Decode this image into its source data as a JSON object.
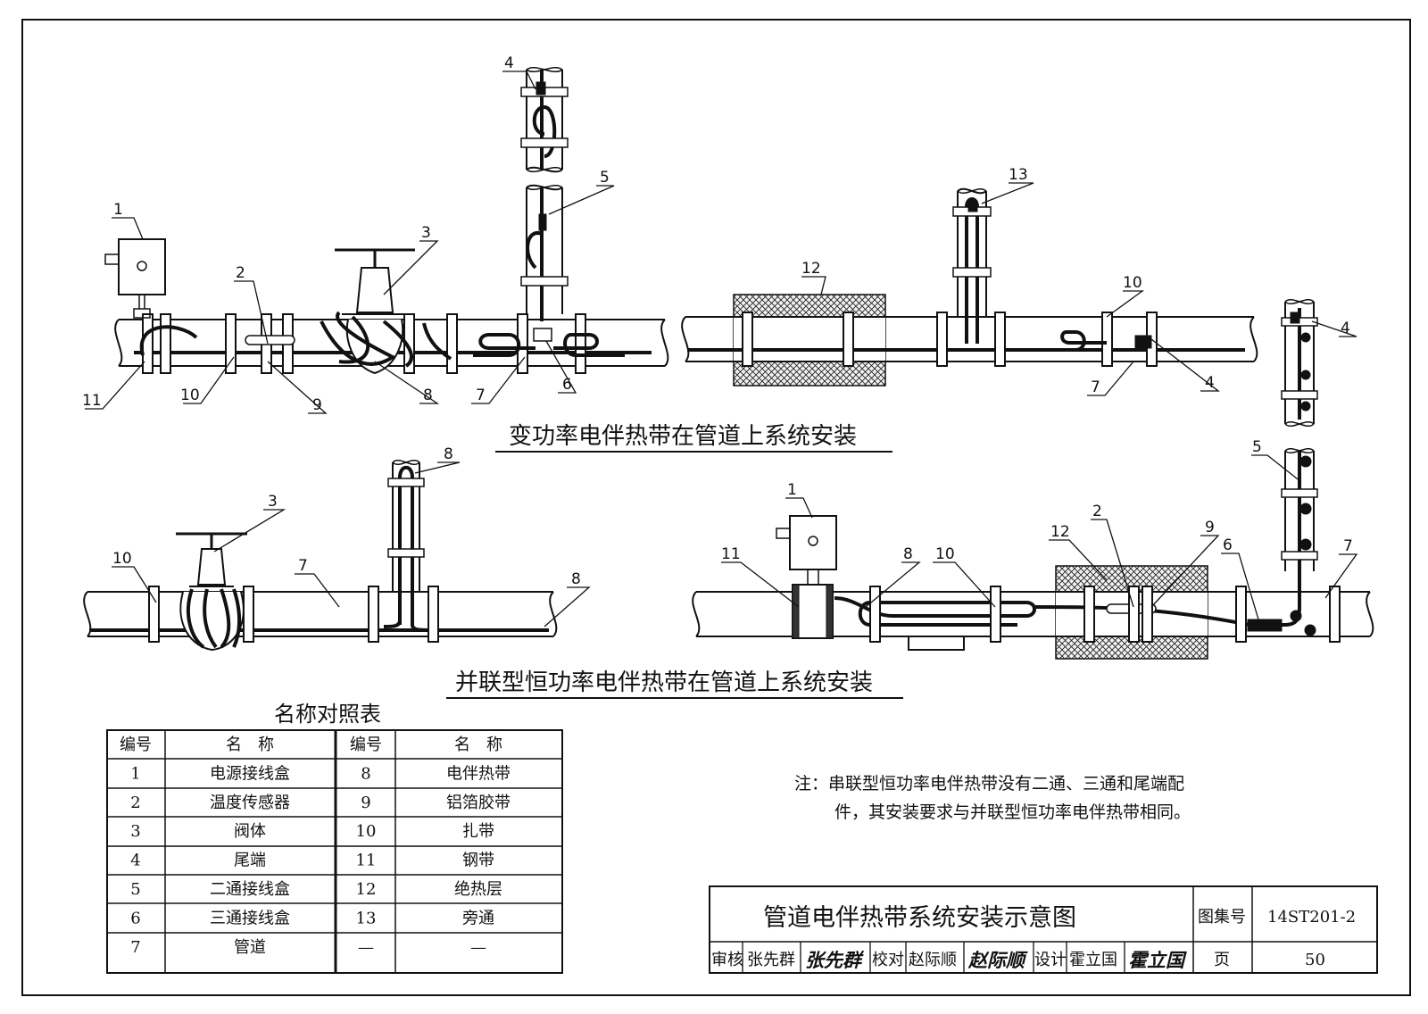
{
  "diagram_titles": {
    "top": "变功率电伴热带在管道上系统安装",
    "bottom": "并联型恒功率电伴热带在管道上系统安装"
  },
  "callouts": {
    "a1": "1",
    "a2": "2",
    "a3": "3",
    "a4": "4",
    "a5": "5",
    "a6": "6",
    "a7": "7",
    "a8": "8",
    "a9": "9",
    "a10": "10",
    "a11": "11",
    "b12": "12",
    "b13": "13",
    "b10": "10",
    "b4": "4",
    "b7": "7",
    "c4": "4",
    "c5": "5",
    "c7": "7",
    "d10": "10",
    "d3": "3",
    "d7": "7",
    "d8a": "8",
    "d8b": "8",
    "e1": "1",
    "e11": "11",
    "e8": "8",
    "e10": "10",
    "e12": "12",
    "e2": "2",
    "e9": "9",
    "e6": "6"
  },
  "legend_table": {
    "title": "名称对照表",
    "headers": [
      "编号",
      "名　称",
      "编号",
      "名　称"
    ],
    "rows": [
      [
        "1",
        "电源接线盒",
        "8",
        "电伴热带"
      ],
      [
        "2",
        "温度传感器",
        "9",
        "铝箔胶带"
      ],
      [
        "3",
        "阀体",
        "10",
        "扎带"
      ],
      [
        "4",
        "尾端",
        "11",
        "钢带"
      ],
      [
        "5",
        "二通接线盒",
        "12",
        "绝热层"
      ],
      [
        "6",
        "三通接线盒",
        "13",
        "旁通"
      ],
      [
        "7",
        "管道",
        "—",
        "—"
      ]
    ]
  },
  "note": {
    "line1": "注：串联型恒功率电伴热带没有二通、三通和尾端配",
    "line2": "件，其安装要求与并联型恒功率电伴热带相同。"
  },
  "title_block": {
    "drawing_title": "管道电伴热带系统安装示意图",
    "atlas_label": "图集号",
    "atlas_no": "14ST201-2",
    "review_label": "审核",
    "reviewer": "张先群",
    "reviewer_sig": "张先群",
    "check_label": "校对",
    "checker": "赵际顺",
    "checker_sig": "赵际顺",
    "design_label": "设计",
    "designer": "霍立国",
    "designer_sig": "霍立国",
    "page_label": "页",
    "page_no": "50"
  }
}
